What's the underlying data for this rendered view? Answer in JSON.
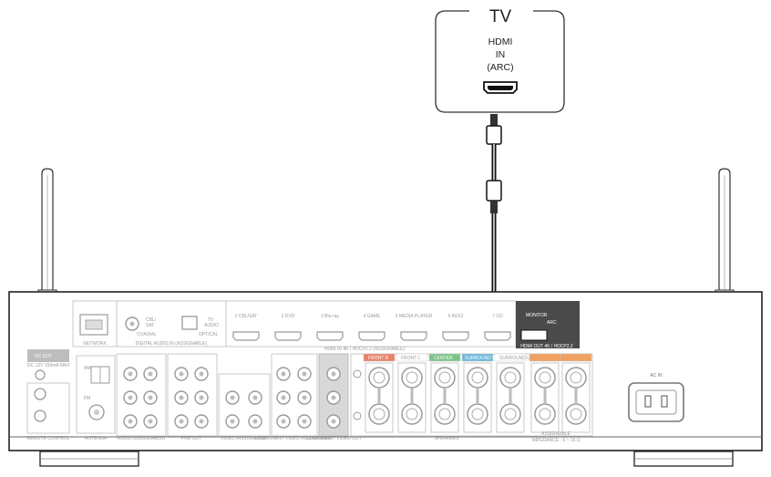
{
  "tv": {
    "title": "TV",
    "port_line1": "HDMI",
    "port_line2": "IN",
    "port_line3": "(ARC)"
  },
  "receiver": {
    "hdmi_inputs": [
      "1 CBL/SAT",
      "2 DVD",
      "3 Blu-ray",
      "4 GAME",
      "5 MEDIA PLAYER",
      "6 AUX2",
      "7 CD"
    ],
    "hdmi_in_label": "HDMI IN  4K / HDCP2.2 (ASSIGNABLE)",
    "monitor_label": "MONITOR",
    "arc_label": "ARC",
    "hdmi_out_label": "HDMI OUT  4K / HDCP2.2",
    "network_label": "NETWORK",
    "digital_audio_label": "DIGITAL AUDIO IN (ASSIGNABLE)",
    "coaxial_top": "CBL/",
    "coaxial_mid": "SAT",
    "coaxial_label": "COAXIAL",
    "optical_top": "TV",
    "optical_mid": "AUDIO",
    "optical_label": "OPTICAL",
    "dc_out_label": "DC OUT",
    "dc_out_sub": "DC 12V 150mA MAX",
    "remote_label": "REMOTE CONTROL",
    "antenna_label": "ANTENNA",
    "am_label": "AM",
    "fm_label": "FM",
    "audio_label": "AUDIO (ASSIGNABLE)",
    "pre_out_label": "PRE OUT",
    "video_label": "VIDEO (ASSIGNABLE)",
    "component_label": "COMPONENT VIDEO (ASSIGNABLE)",
    "video_out_label": "COMPONENT VIDEO OUT",
    "speakers_label": "SPEAKERS",
    "assignable_label": "ASSIGNABLE",
    "impedance_label": "IMPEDANCE : 6 ~ 16 Ω",
    "ac_in_label": "AC IN",
    "front_r": "FRONT R",
    "front_l": "FRONT L",
    "center": "CENTER",
    "surround_r": "SURROUND R",
    "surround_l": "SURROUND L"
  },
  "colors": {
    "front": "#e8826a",
    "center": "#7cc48a",
    "surround": "#6fb8d8",
    "surround_back": "#f0a060"
  }
}
